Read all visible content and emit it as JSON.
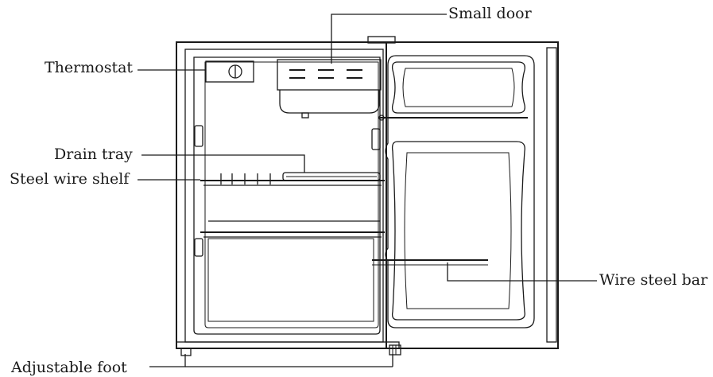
{
  "labels": {
    "small_door": "Small door",
    "thermostat": "Thermostat",
    "drain_tray": "Drain tray",
    "steel_wire_shelf": "Steel wire shelf",
    "wire_steel_bar": "Wire steel bar",
    "adjustable_foot": "Adjustable foot"
  }
}
